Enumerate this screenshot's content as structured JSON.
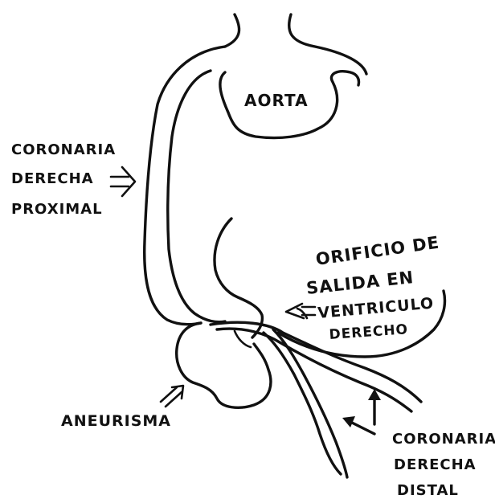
{
  "labels": {
    "aorta": "AORTA",
    "coronaria_derecha_proximal": [
      "CORONARIA",
      "DERECHA",
      "PROXIMAL"
    ],
    "orificio_salida": [
      "ORIFICIO DE",
      "SALIDA EN",
      "VENTRICULO",
      "DERECHO"
    ],
    "aneurisma": "ANEURISMA",
    "coronaria_derecha_distal": [
      "CORONARIA",
      "DERECHA",
      "DISTAL"
    ]
  },
  "colors": {
    "ink": "#111111",
    "background": "#ffffff"
  }
}
